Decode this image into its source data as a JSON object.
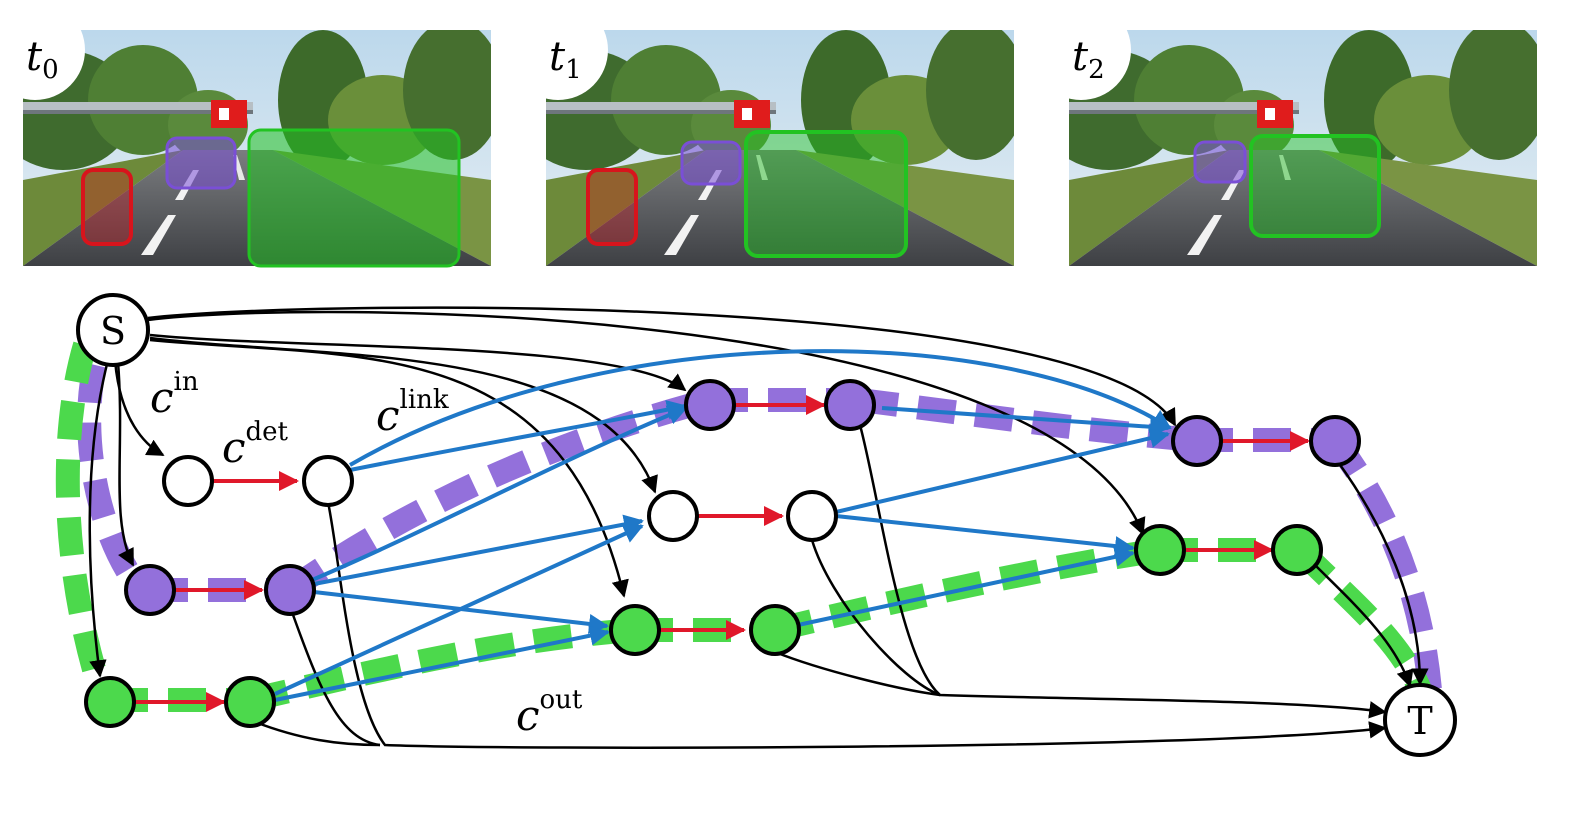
{
  "frames": [
    {
      "id": "t0",
      "base": "t",
      "sub": "0"
    },
    {
      "id": "t1",
      "base": "t",
      "sub": "1"
    },
    {
      "id": "t2",
      "base": "t",
      "sub": "2"
    }
  ],
  "graph": {
    "source_label": "S",
    "sink_label": "T",
    "costs": {
      "in": {
        "base": "c",
        "sup": "in"
      },
      "det": {
        "base": "c",
        "sup": "det"
      },
      "link": {
        "base": "c",
        "sup": "link"
      },
      "out": {
        "base": "c",
        "sup": "out"
      }
    }
  },
  "colors": {
    "purple": "#9370db",
    "green": "#4cd94c",
    "red_edge": "#e0182a",
    "blue_edge": "#1f78c8",
    "black": "#000000",
    "red_box": "#d8141c",
    "green_box": "#22c322",
    "purple_box": "#7a4fd6"
  }
}
